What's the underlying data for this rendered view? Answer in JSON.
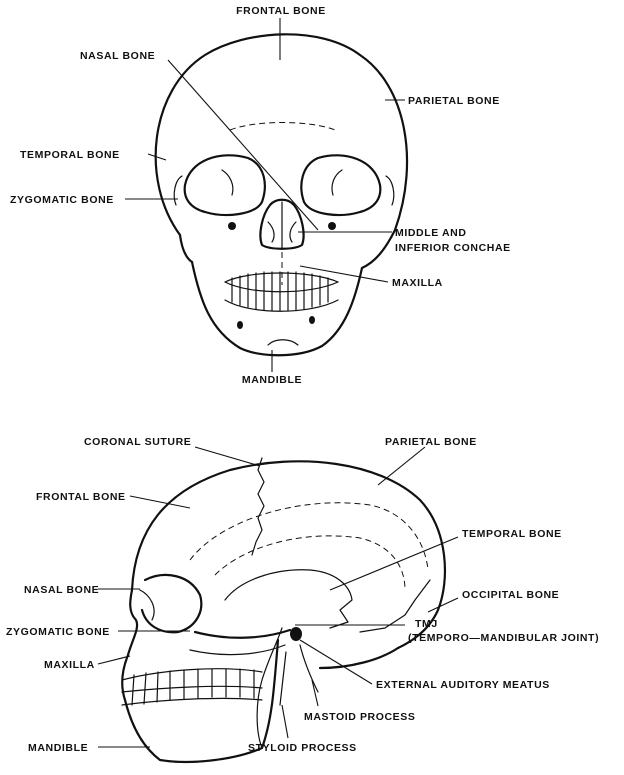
{
  "front_view": {
    "labels": {
      "frontal_bone": "FRONTAL BONE",
      "nasal_bone": "NASAL BONE",
      "parietal_bone": "PARIETAL BONE",
      "temporal_bone": "TEMPORAL BONE",
      "zygomatic_bone": "ZYGOMATIC BONE",
      "conchae_line1": "MIDDLE AND",
      "conchae_line2": "INFERIOR CONCHAE",
      "maxilla": "MAXILLA",
      "mandible": "MANDIBLE"
    }
  },
  "side_view": {
    "labels": {
      "coronal_suture": "CORONAL SUTURE",
      "parietal_bone": "PARIETAL BONE",
      "frontal_bone": "FRONTAL BONE",
      "temporal_bone": "TEMPORAL BONE",
      "nasal_bone": "NASAL BONE",
      "occipital_bone": "OCCIPITAL BONE",
      "zygomatic_bone": "ZYGOMATIC BONE",
      "tmj_line1": "TMJ",
      "tmj_line2": "(TEMPORO—MANDIBULAR JOINT)",
      "maxilla": "MAXILLA",
      "external_auditory_meatus": "EXTERNAL AUDITORY MEATUS",
      "mastoid_process": "MASTOID PROCESS",
      "mandible": "MANDIBLE",
      "styloid_process": "STYLOID PROCESS"
    }
  }
}
